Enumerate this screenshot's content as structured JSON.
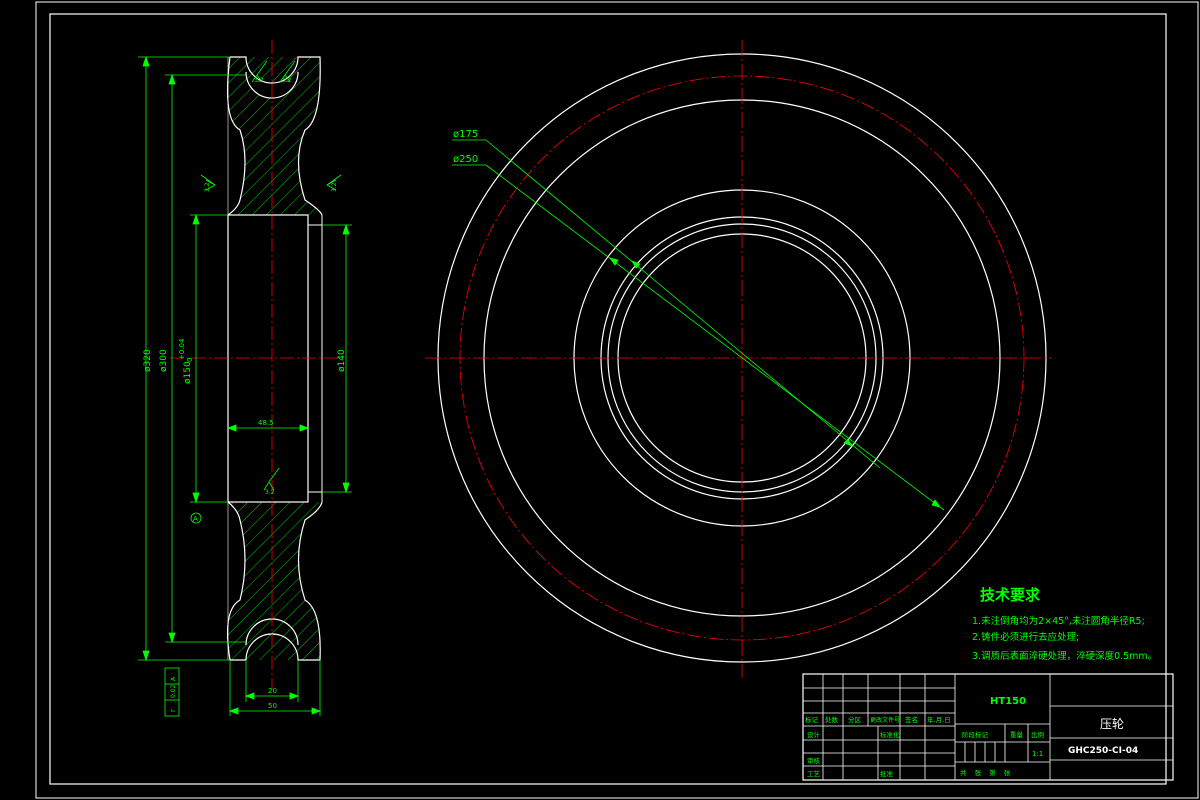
{
  "colors": {
    "background": "#000000",
    "outline": "#ffffff",
    "dimension": "#00ff00",
    "centerline": "#ff0000",
    "title_text": "#ffff00"
  },
  "side_view": {
    "dimensions": {
      "d320": "ø320",
      "d300": "ø300",
      "d150": "ø150",
      "d150_tol_sub": "0",
      "d150_tol_sup": "+0.04",
      "d140": "ø140",
      "len_48_5": "48.5",
      "len_20": "20",
      "len_50": "50"
    },
    "roughness": {
      "r1": "3.2",
      "r2": "3.2",
      "r3": "3.2",
      "r4": "3.2",
      "r5": "3.2"
    },
    "datum": "A",
    "tolerance_frame": [
      "r",
      "0.02",
      "A"
    ]
  },
  "front_view": {
    "d175": "ø175",
    "d250": "ø250"
  },
  "tech_requirements": {
    "title": "技术要求",
    "items": [
      "1.未注倒角均为2×45°,未注圆角半径R5;",
      "2.铸件必须进行去应处理;",
      "3.调质后表面淬硬处理，淬硬深度0.5mm。"
    ]
  },
  "title_block": {
    "material": "HT150",
    "part_name": "压轮",
    "drawing_no": "GHC250-CI-04",
    "header_row": [
      "标记",
      "处数",
      "分区",
      "更改文件号",
      "签名",
      "年.月.日"
    ],
    "designer": "设计",
    "standardization": "标准化",
    "review": "审核",
    "process": "工艺",
    "approve": "批准",
    "stage_mark": "阶段标记",
    "weight": "重量",
    "scale_label": "比例",
    "scale_value": "1:1",
    "sheets": "共  张  第  张"
  }
}
